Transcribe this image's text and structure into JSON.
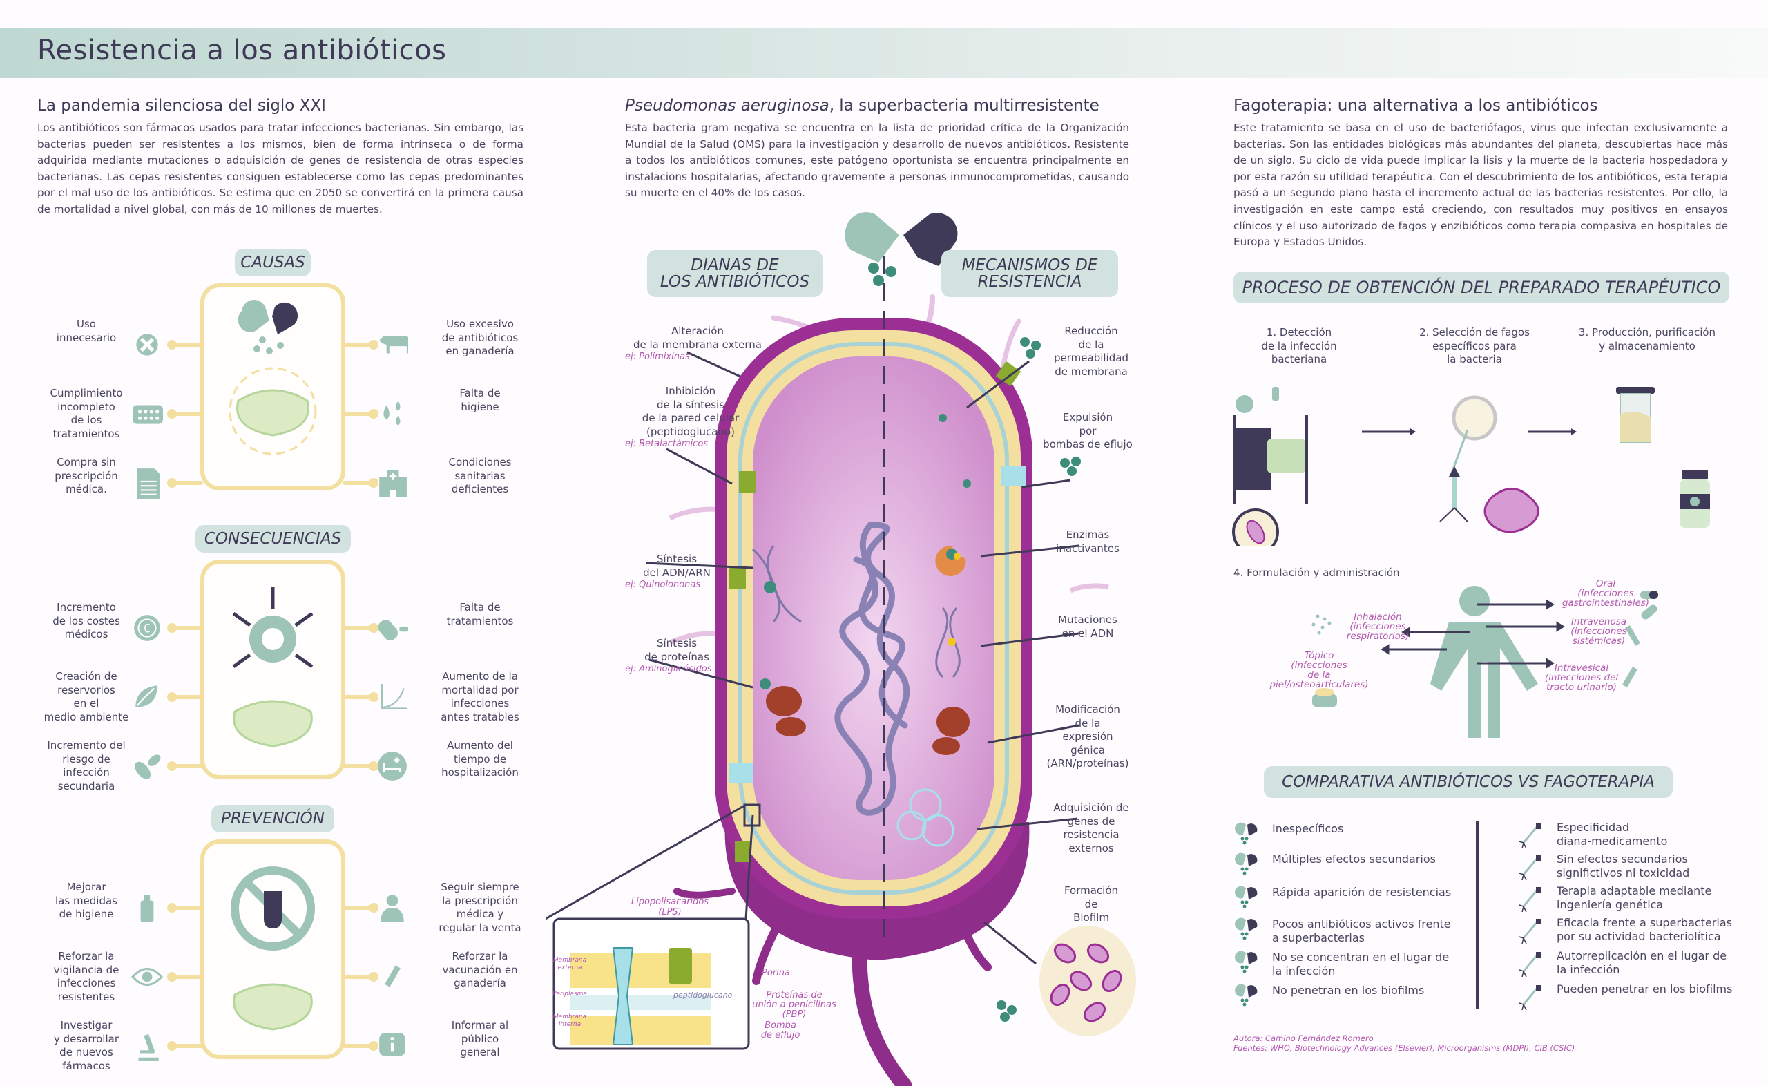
{
  "header": {
    "title": "Resistencia a los antibióticos"
  },
  "left": {
    "heading": "La pandemia silenciosa del siglo XXI",
    "body": "Los antibióticos son fármacos usados para tratar infecciones bacterianas. Sin embargo, las bacterias pueden ser resistentes a los mismos, bien de forma intrínseca o de forma adquirida mediante mutaciones o adquisición de genes de resistencia de otras especies bacterianas. Las cepas resistentes consiguen establecerse como las cepas predominantes por el mal uso de los antibióticos. Se estima que en 2050 se convertirá en la primera causa de mortalidad a nivel global, con más de 10 millones de muertes.",
    "causas": {
      "title": "CAUSAS",
      "left": [
        {
          "label": "Uso\ninnecesario",
          "icon": "virus-cross-icon"
        },
        {
          "label": "Cumplimiento\nincompleto\nde los\ntratamientos",
          "icon": "pill-blister-icon"
        },
        {
          "label": "Compra sin\nprescripción\nmédica.",
          "icon": "prescription-icon"
        }
      ],
      "right": [
        {
          "label": "Uso excesivo\nde antibióticos\nen ganadería",
          "icon": "cow-icon"
        },
        {
          "label": "Falta de\nhigiene",
          "icon": "water-drops-icon"
        },
        {
          "label": "Condiciones\nsanitarias\ndeficientes",
          "icon": "hospital-icon"
        }
      ]
    },
    "consecuencias": {
      "title": "CONSECUENCIAS",
      "left": [
        {
          "label": "Incremento\nde los costes\nmédicos",
          "icon": "euro-coin-icon"
        },
        {
          "label": "Creación de\nreservorios\nen el\nmedio ambiente",
          "icon": "leaf-icon"
        },
        {
          "label": "Incremento del\nriesgo de\ninfección\nsecundaria",
          "icon": "bacteria-pair-icon"
        }
      ],
      "right": [
        {
          "label": "Falta de\ntratamientos",
          "icon": "empty-battery-pill-icon"
        },
        {
          "label": "Aumento de la\nmortalidad por\ninfecciones\nantes tratables",
          "icon": "mortality-chart-icon"
        },
        {
          "label": "Aumento del\ntiempo de\nhospitalización",
          "icon": "hospital-bed-icon"
        }
      ]
    },
    "prevencion": {
      "title": "PREVENCIÓN",
      "left": [
        {
          "label": "Mejorar\nlas medidas\nde higiene",
          "icon": "soap-dispenser-icon"
        },
        {
          "label": "Reforzar la\nvigilancia de\ninfecciones\nresistentes",
          "icon": "eye-icon"
        },
        {
          "label": "Investigar\ny desarrollar\nde nuevos\nfármacos",
          "icon": "microscope-icon"
        }
      ],
      "right": [
        {
          "label": "Seguir siempre\nla prescripción\nmédica y\nregular la venta",
          "icon": "doctor-icon"
        },
        {
          "label": "Reforzar la\nvacunación en\nganadería",
          "icon": "syringe-icon"
        },
        {
          "label": "Informar al\npúblico\ngeneral",
          "icon": "info-bubble-icon"
        }
      ]
    }
  },
  "middle": {
    "heading_italic": "Pseudomonas aeruginosa",
    "heading_rest": ", la superbacteria multirresistente",
    "body": "Esta bacteria gram negativa se encuentra en la lista de prioridad crítica de la Organización Mundial de la Salud (OMS) para la investigación y desarrollo de nuevos antibióticos. Resistente a todos los antibióticos comunes, este patógeno oportunista se encuentra principalmente en instalacions hospitalarias, afectando gravemente a personas inmunocomprometidas, causando su muerte en el 40% de los casos.",
    "dianas_title": "DIANAS DE\nLOS ANTIBIÓTICOS",
    "mecanismos_title": "MECANISMOS DE\nRESISTENCIA",
    "dianas": [
      {
        "label": "Alteración\nde la membrana externa",
        "example": "ej: Polimixinas"
      },
      {
        "label": "Inhibición\nde la síntesis\nde la pared celular\n(peptidoglucano)",
        "example": "ej: Betalactámicos"
      },
      {
        "label": "Síntesis\ndel ADN/ARN",
        "example": "ej: Quinolononas"
      },
      {
        "label": "Síntesis\nde proteínas",
        "example": "ej: Aminoglicósidos"
      }
    ],
    "mecanismos": [
      "Reducción\nde la\npermeabilidad\nde membrana",
      "Expulsión\npor\nbombas de eflujo",
      "Enzimas\ninactivantes",
      "Mutaciones\nen el ADN",
      "Modificación\nde la\nexpresión\ngénica\n(ARN/proteínas)",
      "Adquisición de\ngenes de\nresistencia\nexternos",
      "Formación\nde\nBiofilm"
    ],
    "inset": {
      "lps": "Lipopolisacáridos\n(LPS)",
      "membrana_externa": "Membrana\nexterna",
      "periplasma": "Periplasma",
      "membrana_interna": "Membrana\ninterna",
      "peptidoglucano": "peptidoglucano",
      "porina": "Porina",
      "pbp": "Proteínas de\nunión a penicilinas\n(PBP)",
      "bomba": "Bomba\nde eflujo"
    }
  },
  "right": {
    "heading": "Fagoterapia: una alternativa a los antibióticos",
    "body": "Este tratamiento se basa en el uso de bacteriófagos, virus que infectan exclusivamente a bacterias. Son las entidades biológicas más abundantes del planeta, descubiertas hace más de un siglo. Su ciclo de vida puede implicar la lisis y la muerte de la bacteria hospedadora y por esta razón su utilidad terapéutica. Con el descubrimiento de los antibióticos, esta terapia pasó a un segundo plano hasta el incremento actual de las bacterias resistentes. Por ello, la investigación en este campo está creciendo, con resultados muy positivos en ensayos clínicos y el uso autorizado de fagos y enzibióticos como terapia compasiva en hospitales de Europa y Estados Unidos.",
    "process_title": "PROCESO DE OBTENCIÓN DEL PREPARADO TERAPÉUTICO",
    "steps": [
      "1. Detección\nde la infección\nbacteriana",
      "2. Selección de fagos\nespecíficos para\nla bacteria",
      "3. Producción, purificación\ny almacenamiento",
      "4. Formulación y administración"
    ],
    "routes": [
      {
        "label": "Oral\n(infecciones\ngastrointestinales)"
      },
      {
        "label": "Inhalación\n(infecciones\nrespiratorias)"
      },
      {
        "label": "Intravenosa\n(infecciones\nsistémicas)"
      },
      {
        "label": "Tópico\n(infecciones\nde la\npiel/osteoarticulares)"
      },
      {
        "label": "Intravesical\n(infecciones del\ntracto urinario)"
      }
    ],
    "compare_title": "COMPARATIVA ANTIBIÓTICOS VS FAGOTERAPIA",
    "antibiotics": [
      "Inespecíficos",
      "Múltiples efectos secundarios",
      "Rápida aparición de resistencias",
      "Pocos antibióticos activos frente\na superbacterias",
      "No se concentran en el lugar de\nla infección",
      "No penetran en los biofilms"
    ],
    "phages": [
      "Especificidad\ndiana-medicamento",
      "Sin efectos secundarios\nsignifictivos ni toxicidad",
      "Terapia adaptable mediante\ningeniería genética",
      "Eficacia frente a superbacterias\npor su actividad bacteriolítica",
      "Autorreplicación en el lugar de\nla infección",
      "Pueden penetrar en los biofilms"
    ],
    "credits": {
      "author": "Autora: Camino Fernández Romero",
      "sources": "Fuentes: WHO, Biotechnology Advances (Elsevier), Microorganisms (MDPI), CIB (CSIC)"
    }
  },
  "colors": {
    "sage": "#9ec3b7",
    "pill_bg": "#d2e3df",
    "dark": "#3f3a57",
    "magenta": "#b359b0",
    "frame": "#f3dfa0",
    "bacteria_wall": "#9b2f94",
    "cytoplasm": "#e2b6e0"
  }
}
